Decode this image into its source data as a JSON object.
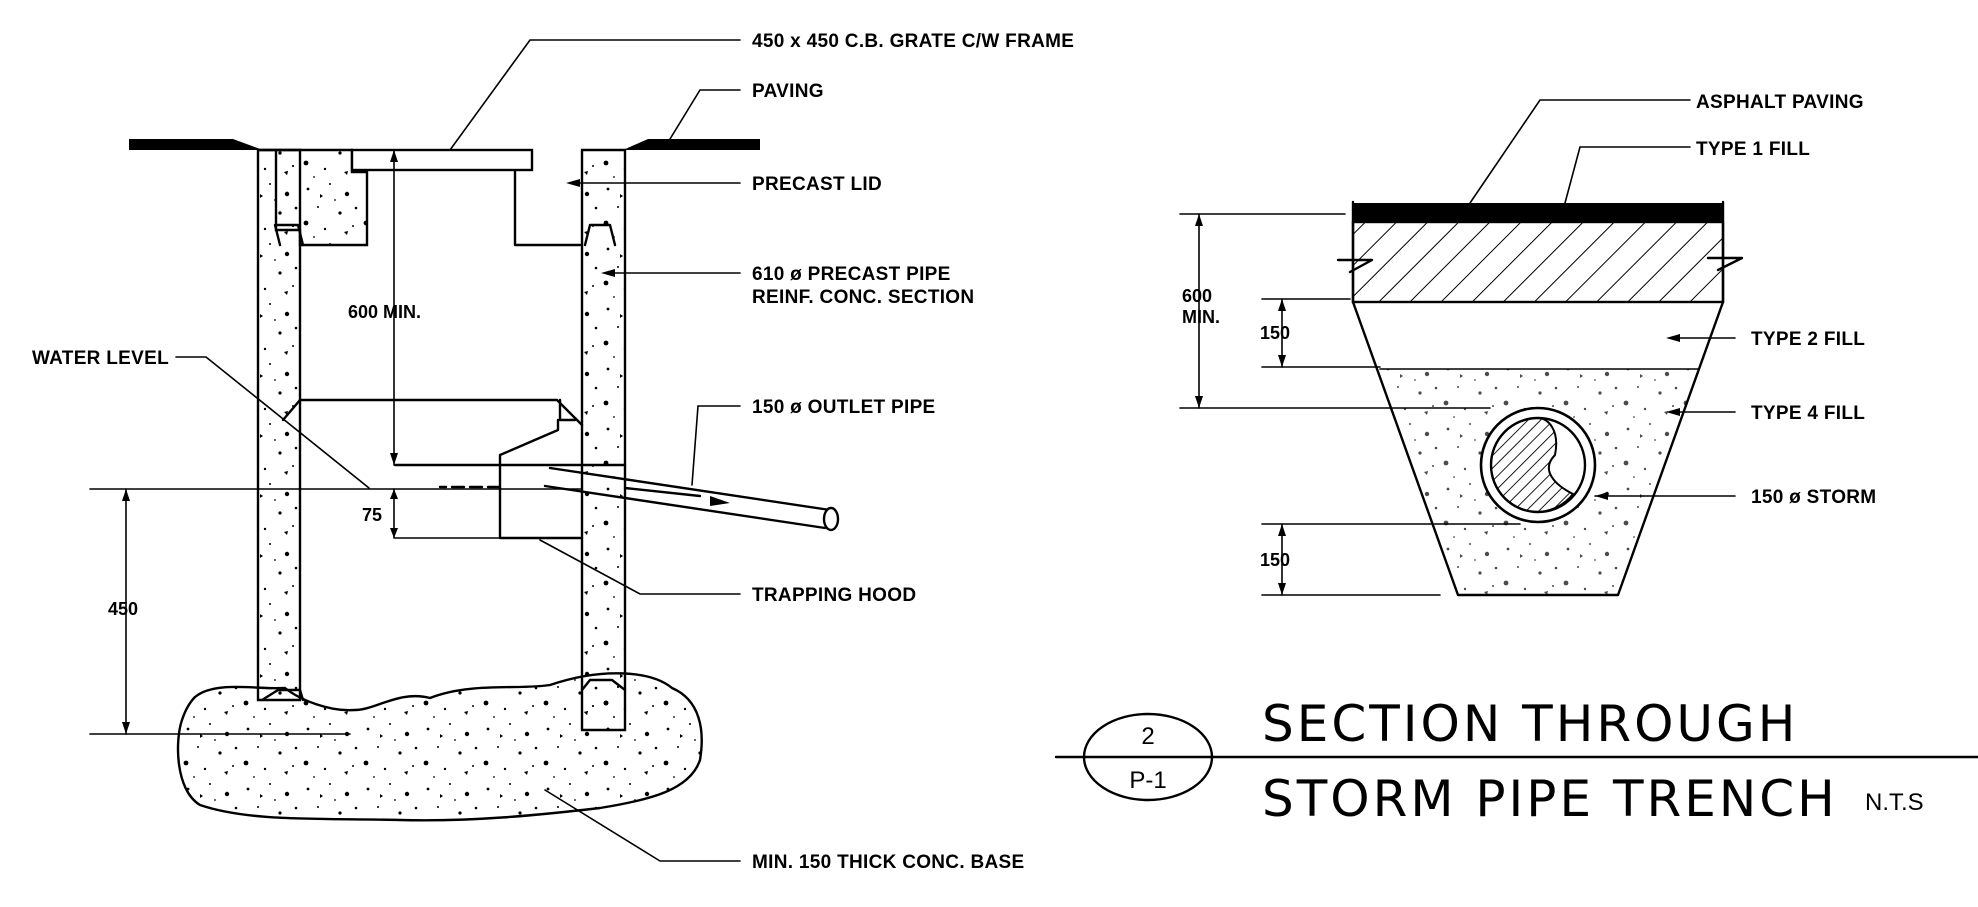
{
  "catch_basin": {
    "labels": {
      "grate": "450 x 450 C.B. GRATE C/W FRAME",
      "paving": "PAVING",
      "precast_lid": "PRECAST LID",
      "pipe_line1": "610 ø PRECAST PIPE",
      "pipe_line2": "REINF. CONC. SECTION",
      "water_level": "WATER LEVEL",
      "outlet_pipe": "150 ø OUTLET PIPE",
      "trapping_hood": "TRAPPING HOOD",
      "conc_base": "MIN. 150 THICK CONC. BASE"
    },
    "dimensions": {
      "sump_min": "600 MIN.",
      "hood_depth": "75",
      "water_depth": "450"
    }
  },
  "trench": {
    "labels": {
      "asphalt": "ASPHALT PAVING",
      "type1": "TYPE 1 FILL",
      "type2": "TYPE 2 FILL",
      "type4": "TYPE 4 FILL",
      "storm": "150 ø STORM"
    },
    "dimensions": {
      "cover_line1": "600",
      "cover_line2": "MIN.",
      "top_clear": "150",
      "bottom_clear": "150"
    }
  },
  "title_block": {
    "detail_number": "2",
    "sheet": "P-1",
    "title_line1": "SECTION THROUGH",
    "title_line2": "STORM PIPE TRENCH",
    "scale": "N.T.S"
  }
}
